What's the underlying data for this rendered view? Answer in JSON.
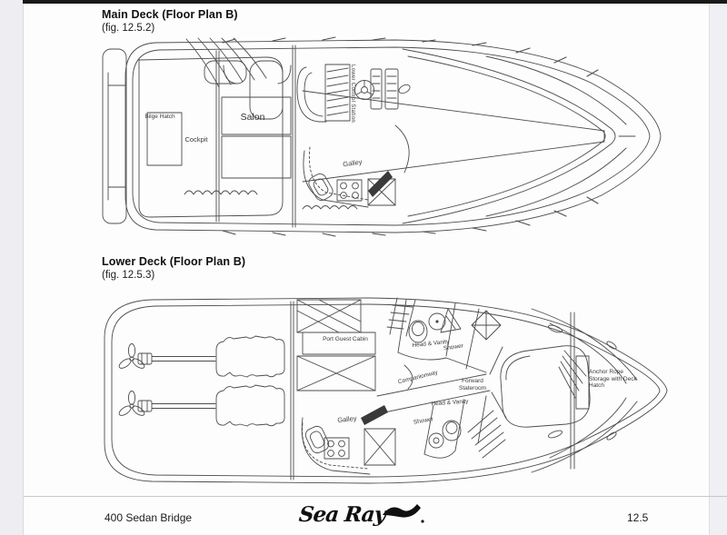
{
  "colors": {
    "ink": "#4d4d4d",
    "title_text": "#101010",
    "page_bg": "#fdfdfd",
    "margin_stripe": "#ededf2",
    "top_bar": "#191919",
    "footer_rule": "#c6c6cc"
  },
  "main_deck": {
    "title": "Main Deck (Floor Plan B)",
    "fig": "(fig. 12.5.2)",
    "labels": {
      "bilge_hatch": "Bilge Hatch",
      "cockpit": "Cockpit",
      "salon": "Salon",
      "lower_control_station": "Lower Control Station",
      "galley": "Galley"
    }
  },
  "lower_deck": {
    "title": "Lower Deck (Floor Plan B)",
    "fig": "(fig. 12.5.3)",
    "labels": {
      "port_guest_cabin": "Port Guest Cabin",
      "head_vanity_port": "Head & Vanity",
      "shower_port": "Shower",
      "companionway": "Companionway",
      "forward_stateroom": "Forward Stateroom",
      "head_vanity_starboard": "Head & Vanity",
      "shower_starboard": "Shower",
      "galley": "Galley",
      "anchor_storage": "Anchor Rope Storage with Deck Hatch"
    }
  },
  "footer": {
    "model": "400 Sedan Bridge",
    "brand": "Sea Ray",
    "page_number": "12.5"
  }
}
